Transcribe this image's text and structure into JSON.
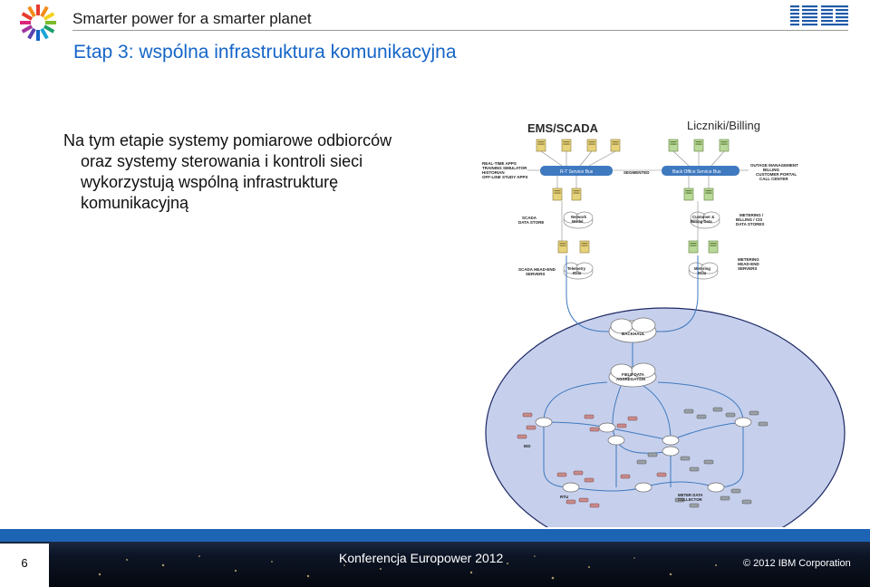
{
  "header": {
    "tagline": "Smarter power for a smarter planet",
    "brand": "IBM"
  },
  "slide": {
    "title": "Etap 3: wspólna infrastruktura komunikacyjna",
    "bullet_lines": [
      "Na tym etapie systemy pomiarowe odbiorców",
      "oraz systemy sterowania i kontroli sieci",
      "wykorzystują wspólną infrastrukturę",
      "komunikacyjną"
    ]
  },
  "diagram": {
    "heading_left": "EMS/SCADA",
    "heading_right": "Liczniki/Billing",
    "labels": {
      "realtime": [
        "REAL-TIME APPS",
        "TRAINING SIMULATOR",
        "HISTORIAN",
        "OFF-LINE STUDY APPS"
      ],
      "ri_service_bus": "R-T Service Bus",
      "segmented": "SEGMENTED",
      "back_office_bus": "Back Office Service Bus",
      "outage": [
        "OUTAGE MANAGEMENT",
        "BILLING",
        "CUSTOMER PORTAL",
        "CALL CENTER"
      ],
      "scada_store": [
        "SCADA",
        "DATA STORE"
      ],
      "network_model": [
        "Network",
        "Model"
      ],
      "customer_billing": [
        "Customer &",
        "Billing Data"
      ],
      "metering_stores": [
        "METERING /",
        "BILLING / CIS",
        "DATA STORES"
      ],
      "scada_headend": [
        "SCADA HEAD-END",
        "SERVERS"
      ],
      "telemetry": [
        "Telemetry",
        "Data"
      ],
      "metering_data": [
        "Metering",
        "Data"
      ],
      "metering_headend": [
        "METERING",
        "HEAD-END",
        "SERVERS"
      ],
      "backhaul": "BACKHAUL",
      "field_data": [
        "FIELD DATA",
        "AGGREGATION"
      ],
      "ied": "IED",
      "rtu": "RTU",
      "meter_collector": [
        "METER DATA",
        "COLLECTOR"
      ]
    }
  },
  "footer": {
    "slide_number": "6",
    "conference": "Konferencja Europower 2012",
    "copyright": "© 2012 IBM Corporation"
  },
  "colors": {
    "title_blue": "#1565c8",
    "footer_blue": "#1e64b4",
    "ellipse_fill": "#c6d0ec",
    "ellipse_stroke": "#1f2a66",
    "bus_blue": "#3f79bf"
  }
}
